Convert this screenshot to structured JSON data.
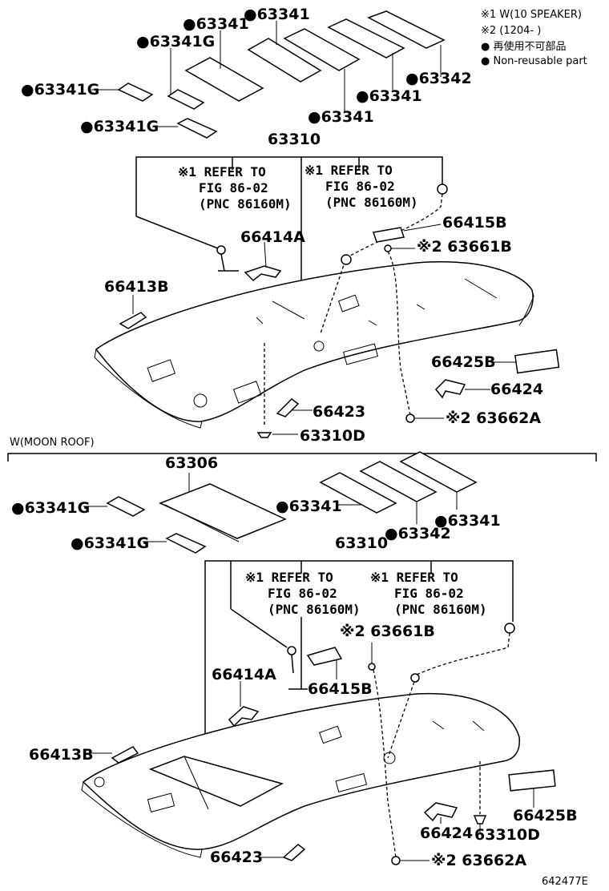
{
  "legend": {
    "line1": "※1 W(10 SPEAKER)",
    "line2": "※2 (1204-    )",
    "line3": "● 再使用不可部品",
    "line4": "● Non-reusable part"
  },
  "top": {
    "p63341_a": "●63341",
    "p63341_b": "●63341",
    "p63341g_a": "●63341G",
    "p63341g_b": "●63341G",
    "p63341g_c": "●63341G",
    "p63342": "●63342",
    "p63341_c": "●63341",
    "p63341_d": "●63341",
    "p63310": "63310",
    "ref1_l1": "※1 REFER TO",
    "ref1_l2": "FIG 86-02",
    "ref1_l3": "(PNC 86160M)",
    "ref2_l1": "※1 REFER TO",
    "ref2_l2": "FIG 86-02",
    "ref2_l3": "(PNC 86160M)",
    "p66415b": "66415B",
    "p63661b": "※2 63661B",
    "p66414a": "66414A",
    "p66413b": "66413B",
    "p66425b": "66425B",
    "p66424": "66424",
    "p66423": "66423",
    "p63662a": "※2 63662A",
    "p63310d": "63310D"
  },
  "section_label": "W(MOON ROOF)",
  "bottom": {
    "p63306": "63306",
    "p63341g_a": "●63341G",
    "p63341g_b": "●63341G",
    "p63341_a": "●63341",
    "p63342": "●63342",
    "p63341_b": "●63341",
    "p63310": "63310",
    "ref1_l1": "※1 REFER TO",
    "ref1_l2": "FIG 86-02",
    "ref1_l3": "(PNC 86160M)",
    "ref2_l1": "※1 REFER TO",
    "ref2_l2": "FIG 86-02",
    "ref2_l3": "(PNC 86160M)",
    "p63661b": "※2 63661B",
    "p66414a": "66414A",
    "p66415b": "66415B",
    "p66413b": "66413B",
    "p66424": "66424",
    "p66425b": "66425B",
    "p63310d": "63310D",
    "p66423": "66423",
    "p63662a": "※2 63662A"
  },
  "figure_id": "642477E"
}
